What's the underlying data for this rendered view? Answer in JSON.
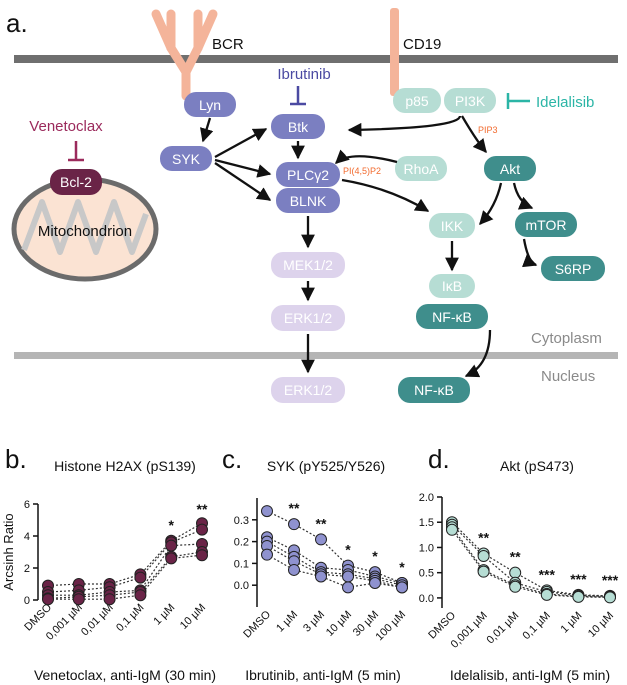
{
  "panel_a": {
    "panel_label": "a.",
    "receptors": {
      "bcr": "BCR",
      "cd19": "CD19"
    },
    "compartments": {
      "cytoplasm": "Cytoplasm",
      "nucleus": "Nucleus"
    },
    "organelle": "Mitochondrion",
    "nodes": {
      "lyn": "Lyn",
      "syk": "SYK",
      "btk": "Btk",
      "plcg2": "PLCγ2",
      "blnk": "BLNK",
      "mek": "MEK1/2",
      "erk_cyto": "ERK1/2",
      "erk_nuc": "ERK1/2",
      "p85": "p85",
      "pi3k": "PI3K",
      "rhoa": "RhoA",
      "akt": "Akt",
      "ikk": "IKK",
      "ikb": "IκB",
      "nfkb_cyto": "NF-κB",
      "nfkb_nuc": "NF-κB",
      "mtor": "mTOR",
      "s6rp": "S6RP",
      "bcl2": "Bcl-2"
    },
    "inhibitors": {
      "ibrutinib": "Ibrutinib",
      "idelalisib": "Idelalisib",
      "venetoclax": "Venetoclax"
    },
    "metabolites": {
      "pip3": "PIP3",
      "pi45p2": "PI(4,5)P2"
    },
    "colors": {
      "membrane": "#7a7a7a",
      "receptor": "#f4b49a",
      "purple_node": "#7b7fc1",
      "light_purple_node": "#ddd3ec",
      "teal_dark": "#3f8e8c",
      "teal_light": "#b6ddd4",
      "bcl2": "#6a2447",
      "venetoclax": "#9b2a5c",
      "ibrutinib": "#4b4aa2",
      "idelalisib": "#2bb5a6",
      "orange_label": "#f26b2f",
      "mito_fill": "#fbe3d3"
    }
  },
  "panel_b": {
    "panel_label": "b.",
    "chart_data": {
      "type": "scatter",
      "title": "Histone H2AX (pS139)",
      "ylabel": "Arcsinh Ratio",
      "xlabel": "Venetoclax, anti-IgM (30 min)",
      "categories": [
        "DMSO",
        "0,001 µM",
        "0,01 µM",
        "0,1 µM",
        "1 µM",
        "10 µM"
      ],
      "ylim": [
        0,
        6
      ],
      "yticks": [
        0,
        2,
        4,
        6
      ],
      "marker_color": "#6a2447",
      "significance": [
        "",
        "",
        "",
        "",
        "*",
        "**"
      ],
      "series": [
        {
          "values": [
            0.9,
            1.0,
            1.0,
            1.6,
            3.7,
            4.8
          ]
        },
        {
          "values": [
            0.5,
            0.6,
            0.8,
            1.4,
            3.6,
            4.4
          ]
        },
        {
          "values": [
            0.3,
            0.3,
            0.5,
            0.6,
            3.4,
            3.5
          ]
        },
        {
          "values": [
            0.1,
            0.2,
            0.3,
            0.5,
            2.7,
            3.0
          ]
        },
        {
          "values": [
            0.05,
            0.05,
            0.05,
            0.3,
            2.6,
            2.8
          ]
        }
      ]
    }
  },
  "panel_c": {
    "panel_label": "c.",
    "chart_data": {
      "type": "scatter",
      "title": "SYK (pY525/Y526)",
      "xlabel": "Ibrutinib, anti-IgM (5 min)",
      "categories": [
        "DMSO",
        "1 µM",
        "3 µM",
        "10 µM",
        "30 µM",
        "100 µM"
      ],
      "ylim": [
        -0.1,
        0.4
      ],
      "yticks": [
        0.0,
        0.1,
        0.2,
        0.3
      ],
      "ytick_labels": [
        "0.0",
        "0.1",
        "0.2",
        "0.3"
      ],
      "marker_color": "#8f92cf",
      "significance": [
        "",
        "**",
        "**",
        "*",
        "*",
        "*"
      ],
      "series": [
        {
          "values": [
            0.34,
            0.28,
            0.21,
            0.09,
            0.06,
            0.01
          ]
        },
        {
          "values": [
            0.22,
            0.16,
            0.08,
            0.07,
            0.04,
            0.01
          ]
        },
        {
          "values": [
            0.2,
            0.13,
            0.06,
            0.05,
            0.03,
            0.0
          ]
        },
        {
          "values": [
            0.18,
            0.11,
            0.05,
            0.04,
            0.02,
            -0.01
          ]
        },
        {
          "values": [
            0.14,
            0.07,
            0.04,
            -0.01,
            0.01,
            -0.01
          ]
        }
      ]
    }
  },
  "panel_d": {
    "panel_label": "d.",
    "chart_data": {
      "type": "scatter",
      "title": "Akt (pS473)",
      "xlabel": "Idelalisib, anti-IgM (5 min)",
      "categories": [
        "DMSO",
        "0,001 µM",
        "0,01 µM",
        "0,1 µM",
        "1 µM",
        "10 µM"
      ],
      "ylim": [
        -0.2,
        2.0
      ],
      "yticks": [
        0.0,
        0.5,
        1.0,
        1.5,
        2.0
      ],
      "ytick_labels": [
        "0.0",
        "0.5",
        "1.0",
        "1.5",
        "2.0"
      ],
      "marker_color": "#b6ddd4",
      "significance": [
        "",
        "**",
        "**",
        "***",
        "***",
        "***"
      ],
      "series": [
        {
          "values": [
            1.5,
            0.88,
            0.5,
            0.15,
            0.06,
            0.04
          ]
        },
        {
          "values": [
            1.45,
            0.83,
            0.3,
            0.12,
            0.05,
            0.03
          ]
        },
        {
          "values": [
            1.4,
            0.55,
            0.25,
            0.08,
            0.03,
            0.02
          ]
        },
        {
          "values": [
            1.35,
            0.52,
            0.22,
            0.06,
            0.02,
            0.01
          ]
        }
      ]
    }
  }
}
